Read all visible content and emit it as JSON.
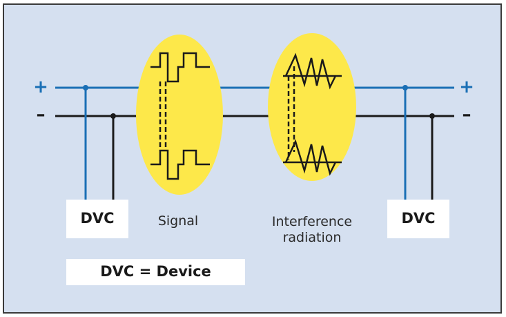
{
  "colors": {
    "background": "#d5e0f0",
    "frame": "#3a3a3a",
    "plus_line": "#1a6fb5",
    "minus_line": "#1a1a1a",
    "ellipse": "#fde84a",
    "waveform": "#1a1a1a"
  },
  "rails": {
    "plus_sign": "+",
    "minus_sign": "–"
  },
  "devices": {
    "left_label": "DVC",
    "right_label": "DVC"
  },
  "zones": {
    "signal_label": "Signal",
    "interference_label": "Interference\nradiation"
  },
  "legend": {
    "text": "DVC = Device"
  },
  "icons": [
    "square-wave-icon",
    "spike-wave-icon"
  ]
}
